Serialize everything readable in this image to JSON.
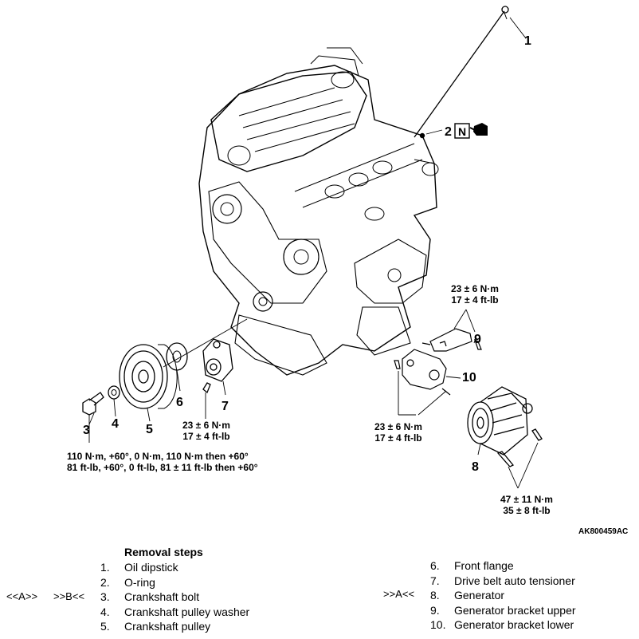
{
  "figure_id": "AK800459AC",
  "callouts": {
    "c1": "1",
    "c2": "2",
    "c3": "3",
    "c4": "4",
    "c5": "5",
    "c6": "6",
    "c7": "7",
    "c8": "8",
    "c9": "9",
    "c10": "10",
    "n_symbol": "N"
  },
  "torque": {
    "tensioner": {
      "nm": "23 ± 6 N·m",
      "ftlb": "17 ± 4 ft-lb"
    },
    "bracket_upper": {
      "nm": "23 ± 6 N·m",
      "ftlb": "17 ± 4 ft-lb"
    },
    "bracket_lower": {
      "nm": "23 ± 6 N·m",
      "ftlb": "17 ± 4 ft-lb"
    },
    "generator": {
      "nm": "47 ± 11 N·m",
      "ftlb": "35 ± 8 ft-lb"
    },
    "crank_bolt": {
      "nm": "110 N·m,   +60°, 0 N·m,   110 N·m then   +60°",
      "ftlb": "81 ft-lb,   +60°, 0 ft-lb,  81 ± 11 ft-lb then  +60°"
    }
  },
  "removal": {
    "heading": "Removal steps",
    "left_steps": [
      {
        "num": "1.",
        "label": "Oil dipstick"
      },
      {
        "num": "2.",
        "label": "O-ring"
      },
      {
        "num": "3.",
        "label": "Crankshaft bolt"
      },
      {
        "num": "4.",
        "label": "Crankshaft pulley washer"
      },
      {
        "num": "5.",
        "label": "Crankshaft pulley"
      }
    ],
    "right_steps": [
      {
        "num": "6.",
        "label": "Front flange"
      },
      {
        "num": "7.",
        "label": "Drive belt auto tensioner"
      },
      {
        "num": "8.",
        "label": "Generator"
      },
      {
        "num": "9.",
        "label": "Generator bracket upper"
      },
      {
        "num": "10.",
        "label": "Generator bracket lower"
      }
    ],
    "refs": {
      "left_a": "<<A>>",
      "left_b": ">>B<<",
      "right_a": ">>A<<"
    }
  }
}
